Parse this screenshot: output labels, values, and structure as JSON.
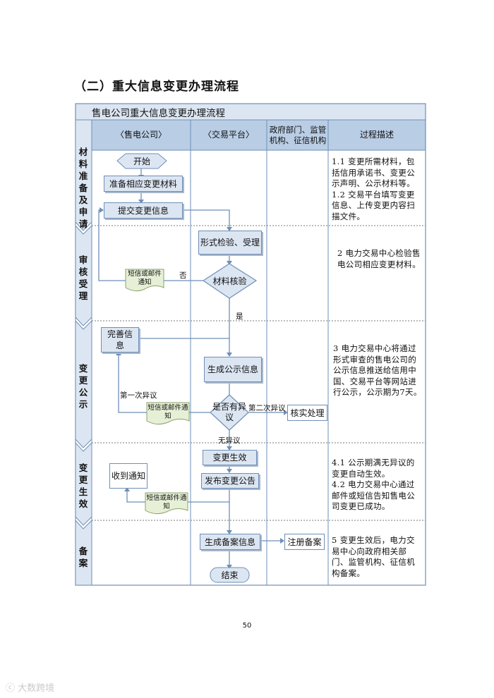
{
  "heading": "（二）重大信息变更办理流程",
  "table_title": "售电公司重大信息变更办理流程",
  "columns": [
    "〈售电公司〉",
    "〈交易平台〉",
    "政府部门、监管机构、征信机构",
    "过程描述"
  ],
  "stages": [
    {
      "label": "材料准备及申请",
      "description": "1.1 变更所需材料，包括信用承诺书、变更公示声明、公示材料等。\n1.2 交易平台填写变更信息、上传变更内容扫描文件。"
    },
    {
      "label": "审核受理",
      "description": "2 电力交易中心检验售电公司相应变更材料。"
    },
    {
      "label": "变更公示",
      "description": "3 电力交易中心将通过形式审查的售电公司的公示信息推送给信用中国、交易平台等网站进行公示，公示期为7天。"
    },
    {
      "label": "变更生效",
      "description": "4.1 公示期满无异议的变更自动生效。\n4.2 电力交易中心通过邮件或短信告知售电公司变更已成功。"
    },
    {
      "label": "备案",
      "description": "5 变更生效后，电力交易中心向政府相关部门、监管机构、征信机构备案。"
    }
  ],
  "nodes": {
    "start": "开始",
    "prepare": "准备相应变更材料",
    "submit": "提交变更信息",
    "check": "形式检验、受理",
    "review": "材料核验",
    "notify1": "短信或邮件通知",
    "improve": "完善信息",
    "publish": "生成公示信息",
    "objection": "是否有异议",
    "verify": "核实处理",
    "notify2": "短信或邮件通知",
    "effective": "变更生效",
    "announce": "发布变更公告",
    "received": "收到通知",
    "notify3": "短信或邮件通知",
    "record": "生成备案信息",
    "register": "注册备案",
    "end": "结束"
  },
  "edge_labels": {
    "no": "否",
    "yes": "是",
    "first_objection": "第一次异议",
    "second_objection": "第二次异议",
    "no_objection": "无异议"
  },
  "page_number": "50",
  "watermark": "大数跨境",
  "colors": {
    "header_fill": "#b9cde5",
    "box_fill": "#dce6f2",
    "stroke": "#6f8fb7",
    "doc_fill": "#e6f0d6"
  }
}
